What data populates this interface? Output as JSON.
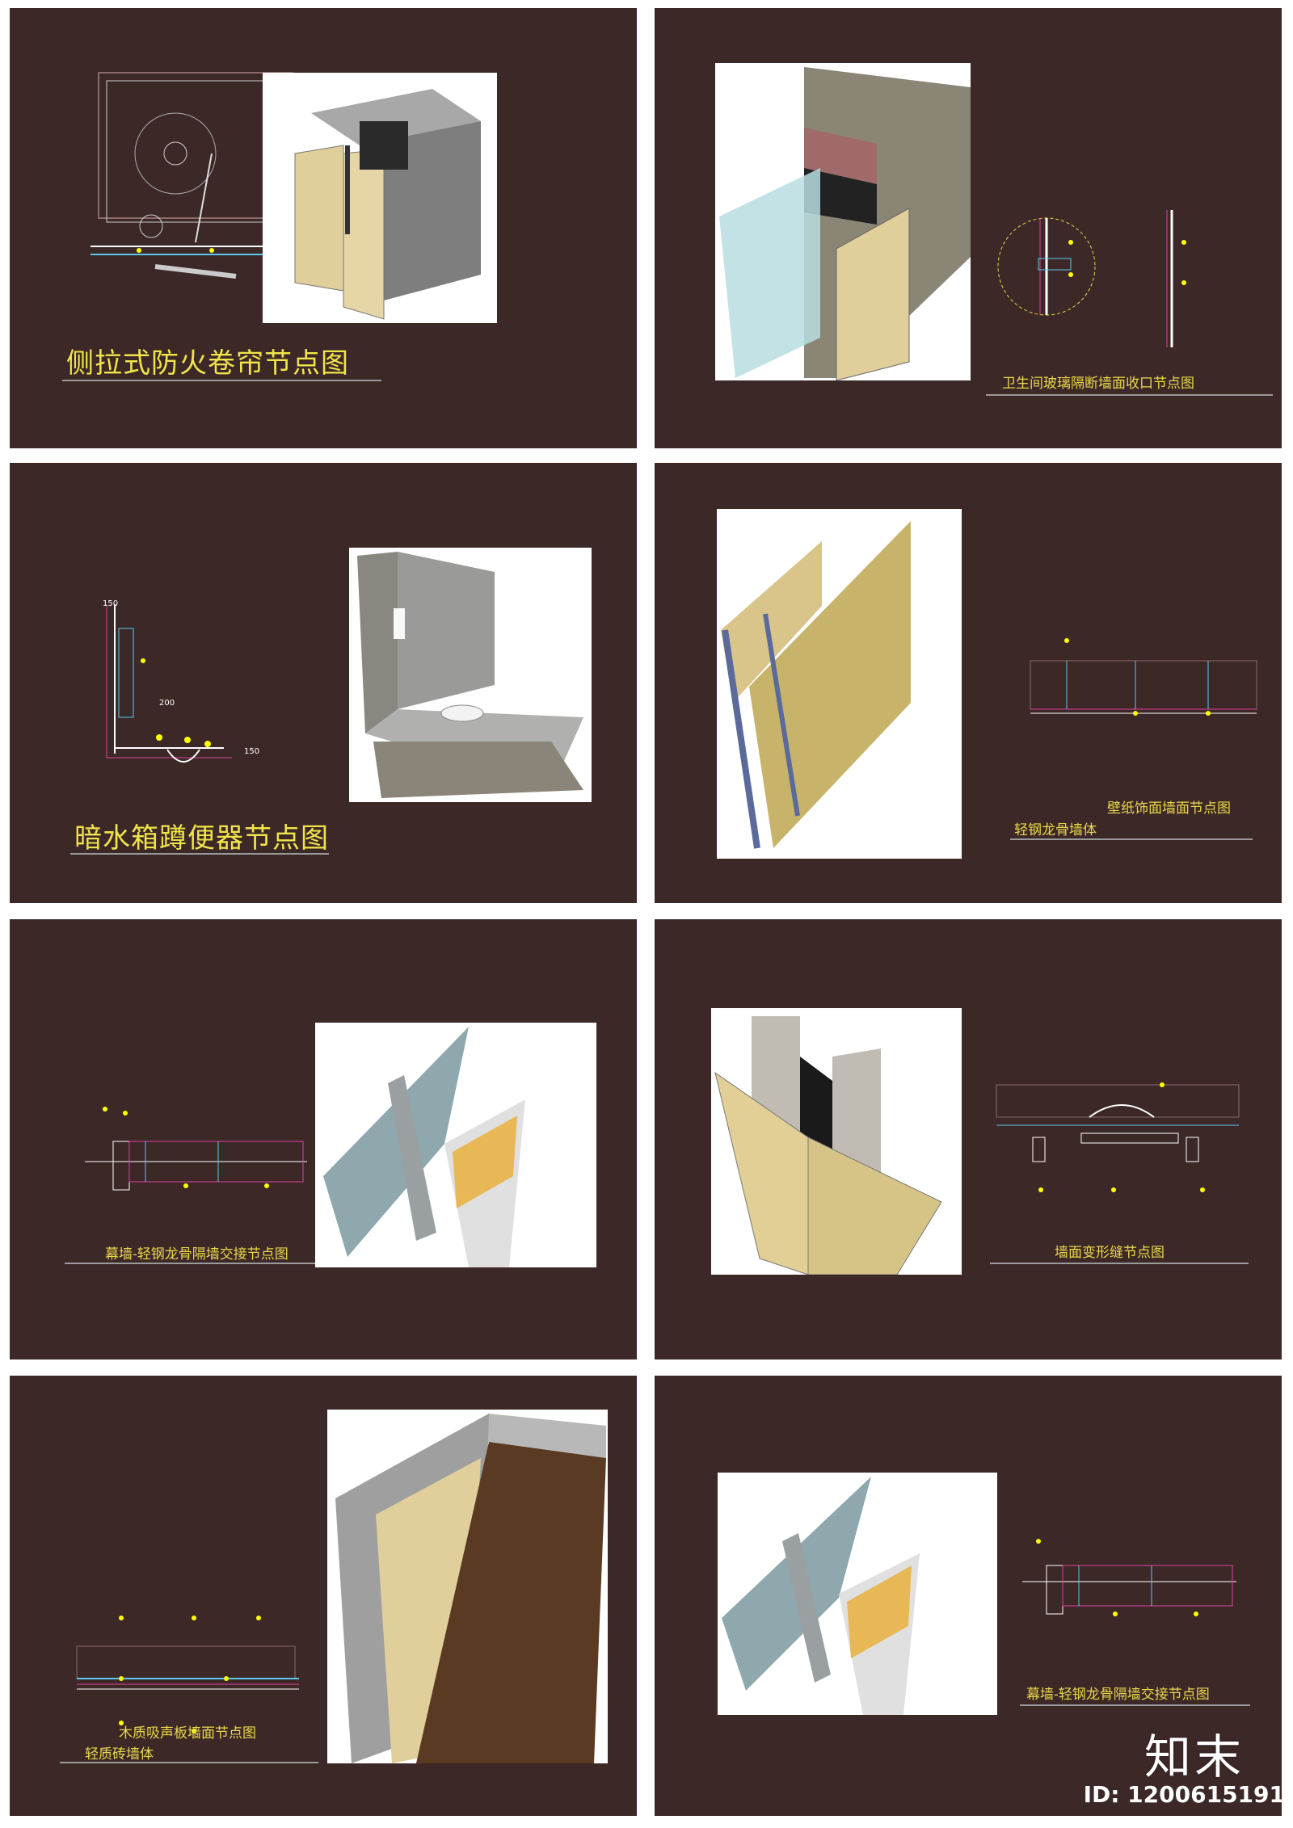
{
  "panels": [
    {
      "title": "侧拉式防火卷帘节点图"
    },
    {
      "title": "卫生间玻璃隔断墙面收口节点图"
    },
    {
      "title": "暗水箱蹲便器节点图"
    },
    {
      "title": "壁纸饰面墙面节点图",
      "subtitle": "轻钢龙骨墙体"
    },
    {
      "title": "幕墙-轻钢龙骨隔墙交接节点图"
    },
    {
      "title": "墙面变形缝节点图"
    },
    {
      "title": "木质吸声板墙面节点图",
      "subtitle": "轻质砖墙体"
    },
    {
      "title": "幕墙-轻钢龙骨隔墙交接节点图"
    }
  ],
  "dims": {
    "d150a": "150",
    "d200": "200",
    "d150b": "150"
  },
  "footer": {
    "logo": "知末",
    "id": "ID: 1200615191"
  },
  "colors": {
    "panel_bg": "#3d2828",
    "title": "#f0e54a",
    "cad_line": "#ffffff",
    "cad_accent": "#e040a0",
    "cad_dot": "#ffff00"
  }
}
